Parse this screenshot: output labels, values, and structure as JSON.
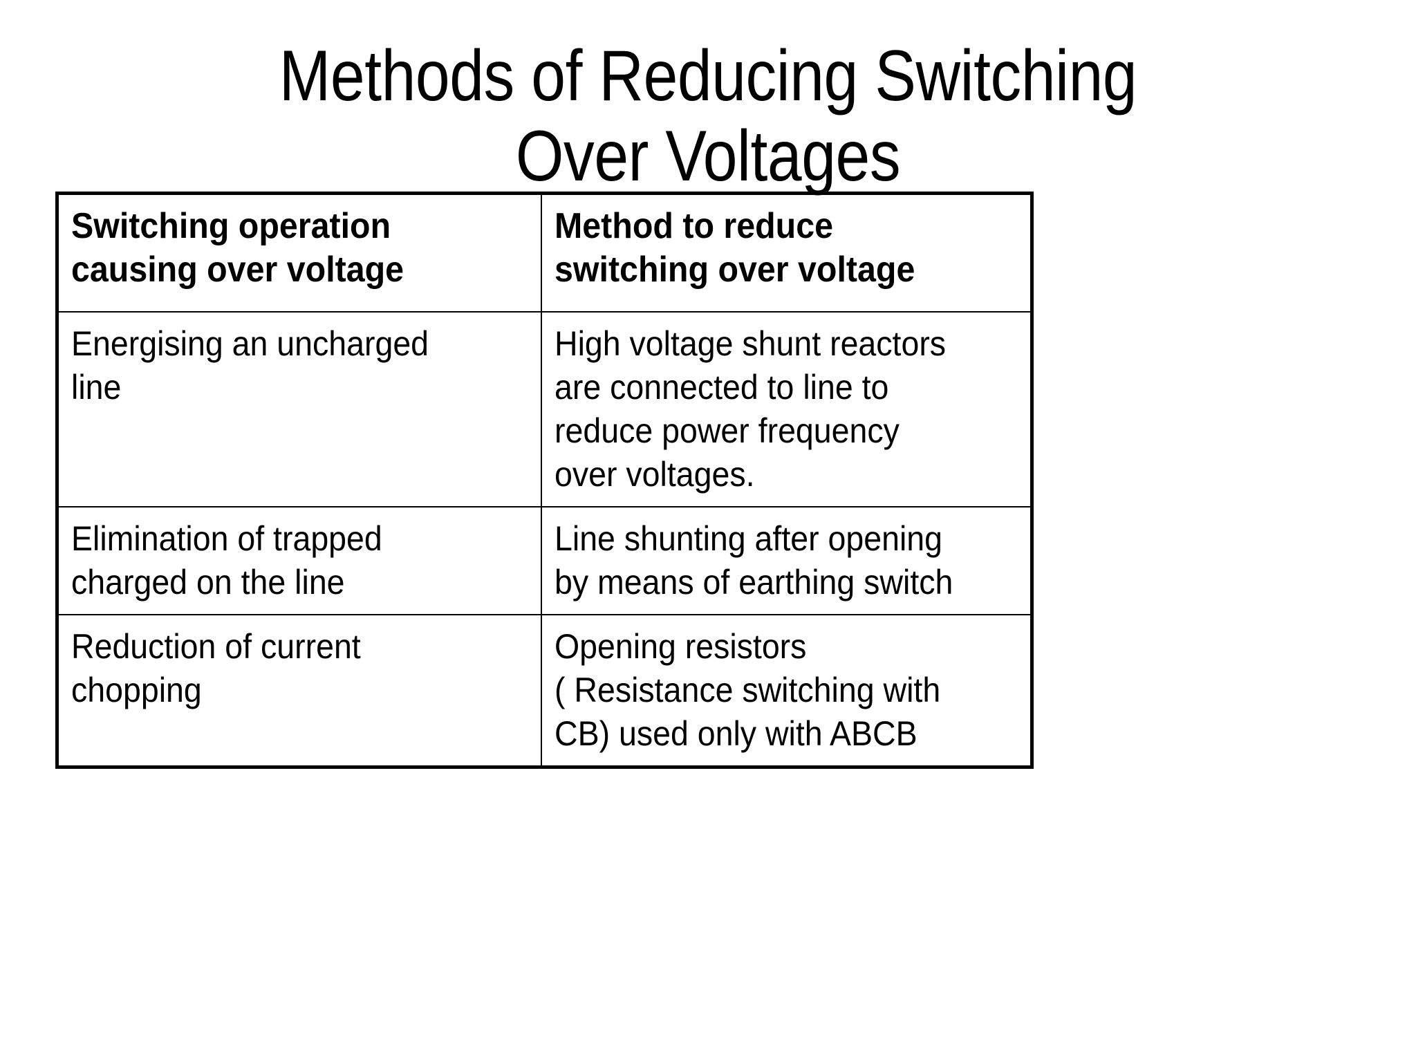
{
  "slide": {
    "title": "Methods of Reducing Switching\nOver Voltages",
    "background_color": "#ffffff",
    "text_color": "#000000",
    "border_color": "#000000"
  },
  "table": {
    "headers": {
      "col_1": "Switching operation\ncausing over voltage",
      "col_2": "Method to reduce\nswitching over voltage"
    },
    "rows": [
      {
        "cause": "Energising an uncharged\nline",
        "method": "High voltage shunt reactors\nare connected to line to\nreduce power frequency\nover voltages."
      },
      {
        "cause": "Elimination of trapped\ncharged on the line",
        "method": "Line shunting after opening\nby means of earthing switch"
      },
      {
        "cause": "Reduction of current\nchopping",
        "method": "Opening resistors\n( Resistance switching with\nCB) used only with ABCB"
      }
    ]
  }
}
